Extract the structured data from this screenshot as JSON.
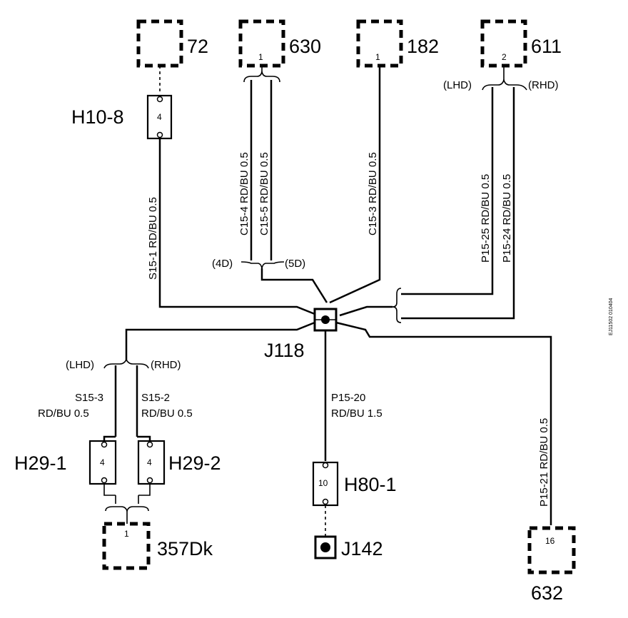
{
  "components": {
    "c72": "72",
    "c630": "630",
    "c182": "182",
    "c611": "611",
    "c357dk": "357Dk",
    "c632": "632",
    "h10_8": "H10-8",
    "h29_1": "H29-1",
    "h29_2": "H29-2",
    "h80_1": "H80-1",
    "j118": "J118",
    "j142": "J142"
  },
  "pins": {
    "c630": "1",
    "c182": "1",
    "c611": "2",
    "c357dk": "1",
    "c632": "16",
    "h10_8": "4",
    "h29_1": "4",
    "h29_2": "4",
    "h80_1": "10"
  },
  "wires": {
    "s15_1": "S15-1  RD/BU  0.5",
    "c15_4": "C15-4  RD/BU  0.5",
    "c15_5": "C15-5  RD/BU  0.5",
    "c15_3": "C15-3  RD/BU  0.5",
    "p15_25": "P15-25  RD/BU  0.5",
    "p15_24": "P15-24  RD/BU  0.5",
    "s15_3_id": "S15-3",
    "s15_3_spec": "RD/BU  0.5",
    "s15_2_id": "S15-2",
    "s15_2_spec": "RD/BU  0.5",
    "p15_20_id": "P15-20",
    "p15_20_spec": "RD/BU  1.5",
    "p15_21": "P15-21  RD/BU  0.5"
  },
  "variants": {
    "lhd_top": "(LHD)",
    "rhd_top": "(RHD)",
    "lhd_left": "(LHD)",
    "rhd_left": "(RHD)",
    "v4d": "(4D)",
    "v5d": "(5D)"
  },
  "figure_code": "EJ11502 010404"
}
